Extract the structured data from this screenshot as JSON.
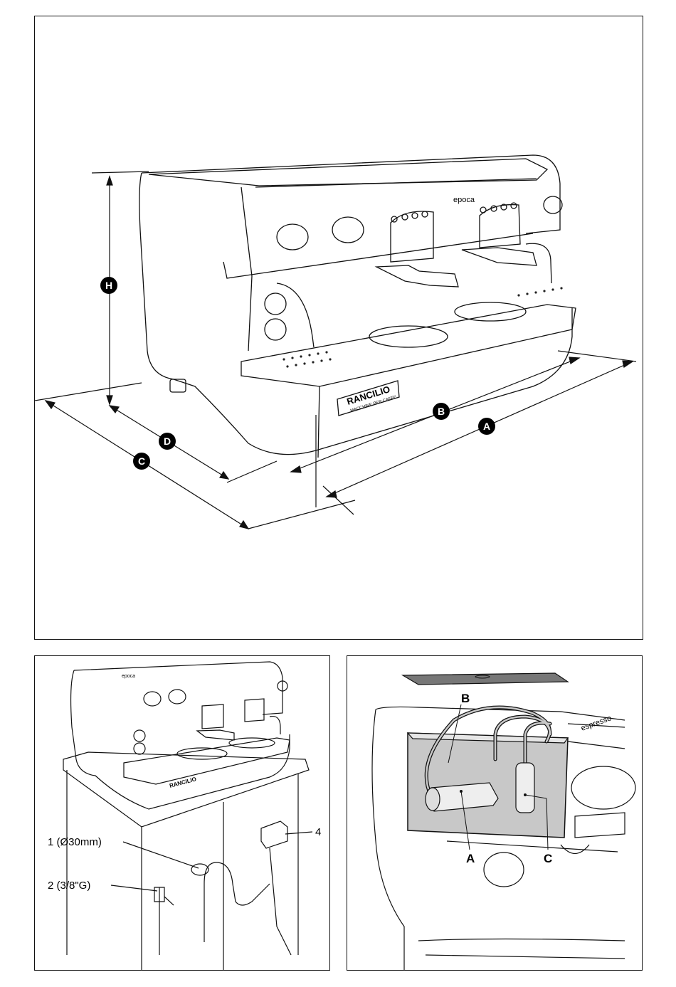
{
  "top_panel": {
    "brand_logo": "RANCILIO",
    "brand_tagline": "MACCHINE PER CAFFE",
    "model_name": "epoca",
    "dimension_labels": {
      "height": "H",
      "depth_inner": "D",
      "depth_outer": "C",
      "width_inner": "B",
      "width_outer": "A"
    }
  },
  "bottom_left_panel": {
    "model_name": "epoca",
    "brand_logo": "RANCILIO",
    "callouts": {
      "drain": "1 (Ø30mm)",
      "water_inlet": "2 (3/8\"G)",
      "electrical": "4"
    }
  },
  "bottom_right_panel": {
    "badge_text": "espresso",
    "part_labels": {
      "a": "A",
      "b": "B",
      "c": "C"
    }
  }
}
